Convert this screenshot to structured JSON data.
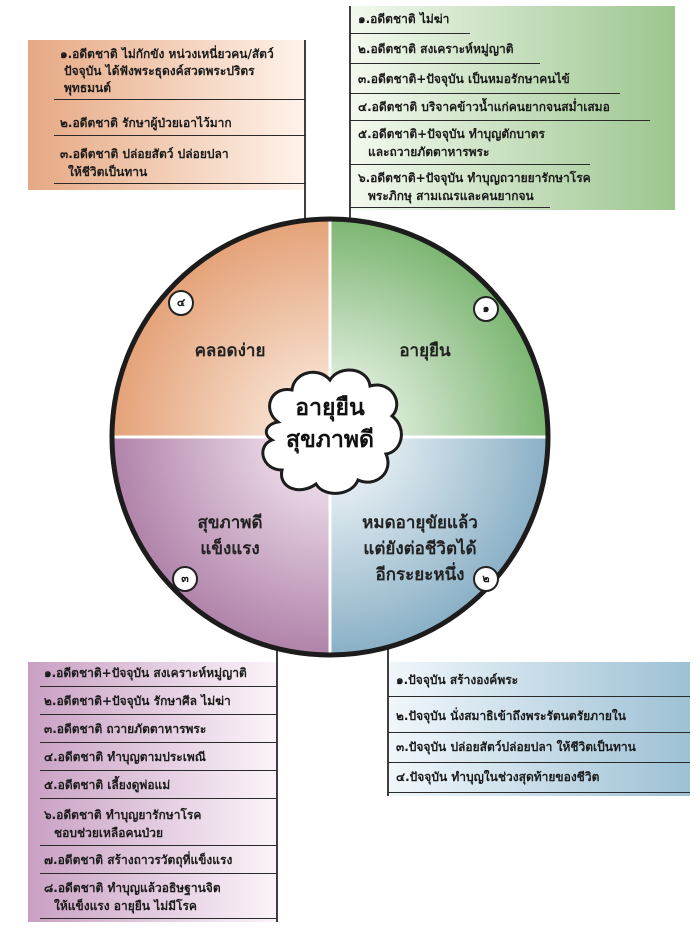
{
  "center": {
    "line1": "อายุยืน",
    "line2": "สุขภาพดี"
  },
  "quadrants": [
    {
      "label": "อายุยืน",
      "number": "๑"
    },
    {
      "label": "หมดอายุขัยแล้ว\nแต่ยังต่อชีวิตได้\nอีกระยะหนึ่ง",
      "number": "๒"
    },
    {
      "label": "สุขภาพดี\nแข็งแรง",
      "number": "๓"
    },
    {
      "label": "คลอดง่าย",
      "number": "๔"
    }
  ],
  "topleft": [
    "๑.อดีตชาติ ไม่กักขัง หน่วงเหนี่ยวคน/สัตว์",
    "ปัจจุบัน ได้ฟังพระธุดงค์สวดพระปริตร",
    "พุทธมนต์",
    "๒.อดีตชาติ รักษาผู้ป่วยเอาไว้มาก",
    "๓.อดีตชาติ ปล่อยสัตว์ ปล่อยปลา",
    "ให้ชีวิตเป็นทาน"
  ],
  "topright": [
    "๑.อดีตชาติ ไม่ฆ่า",
    "๒.อดีตชาติ สงเคราะห์หมู่ญาติ",
    "๓.อดีตชาติ+ปัจจุบัน เป็นหมอรักษาคนไข้",
    "๔.อดีตชาติ บริจาคข้าวน้ำแก่คนยากจนสม่ำเสมอ",
    "๕.อดีตชาติ+ปัจจุบัน ทำบุญตักบาตร",
    "และถวายภัตตาหารพระ",
    "๖.อดีตชาติ+ปัจจุบัน ทำบุญถวายยารักษาโรค",
    "พระภิกษุ สามเณรและคนยากจน"
  ],
  "bottomleft": [
    "๑.อดีตชาติ+ปัจจุบัน สงเคราะห์หมู่ญาติ",
    "๒.อดีตชาติ+ปัจจุบัน รักษาศีล ไม่ฆ่า",
    "๓.อดีตชาติ ถวายภัตตาหารพระ",
    "๔.อดีตชาติ ทำบุญตามประเพณี",
    "๕.อดีตชาติ เลี้ยงดูพ่อแม่",
    "๖.อดีตชาติ ทำบุญยารักษาโรค",
    "ชอบช่วยเหลือคนป่วย",
    "๗.อดีตชาติ สร้างถาวรวัตถุที่แข็งแรง",
    "๘.อดีตชาติ ทำบุญแล้วอธิษฐานจิต",
    "ให้แข็งแรง อายุยืน ไม่มีโรค"
  ],
  "bottomright": [
    "๑.ปัจจุบัน สร้างองค์พระ",
    "๒.ปัจจุบัน นั่งสมาธิเข้าถึงพระรัตนตรัยภายใน",
    "๓.ปัจจุบัน ปล่อยสัตว์ปล่อยปลา ให้ชีวิตเป็นทาน",
    "๔.ปัจจุบัน ทำบุญในช่วงสุดท้ายของชีวิต"
  ],
  "colors": {
    "orange": "#e2a07a",
    "green": "#8ebd82",
    "blue": "#8fb6cb",
    "purple": "#b98bb3",
    "line": "#2a2a2a"
  }
}
